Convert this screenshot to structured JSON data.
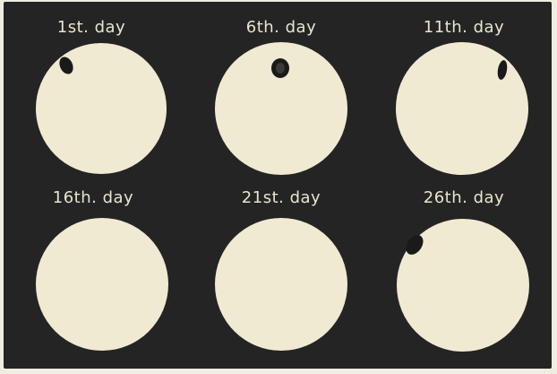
{
  "colors": {
    "background": "#242424",
    "disc": "#f0ead3",
    "spot": "#1a1a1a",
    "label": "#e9e4cf"
  },
  "panels": [
    {
      "label": "1st. day",
      "spot": true,
      "spot_icon": "sunspot"
    },
    {
      "label": "6th. day",
      "spot": true,
      "spot_icon": "sunspot"
    },
    {
      "label": "11th. day",
      "spot": true,
      "spot_icon": "sunspot"
    },
    {
      "label": "16th. day",
      "spot": false
    },
    {
      "label": "21st. day",
      "spot": false
    },
    {
      "label": "26th. day",
      "spot": true,
      "spot_icon": "sunspot"
    }
  ]
}
